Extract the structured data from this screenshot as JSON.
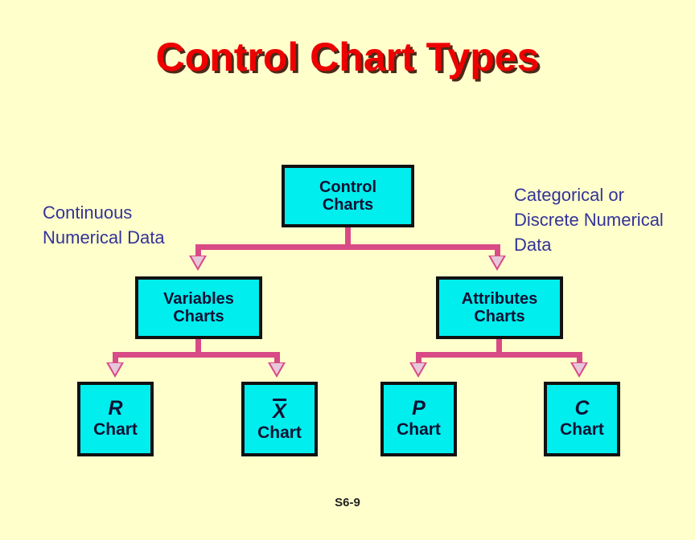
{
  "slide": {
    "title": "Control Chart Types",
    "footer": "S6-9",
    "background_color": "#ffffcc",
    "title_color": "#ee0000",
    "node_fill_color": "#00eeee",
    "node_border_color": "#111111",
    "connector_color": "#d94b86",
    "label_color": "#333399"
  },
  "diagram": {
    "root": {
      "line1": "Control",
      "line2": "Charts"
    },
    "branches": [
      {
        "line1": "Variables",
        "line2": "Charts",
        "annotation_line1": "Continuous",
        "annotation_line2": "Numerical Data",
        "annotation_line3": ""
      },
      {
        "line1": "Attributes",
        "line2": "Charts",
        "annotation_line1": "Categorical or",
        "annotation_line2": "Discrete Numerical",
        "annotation_line3": "Data"
      }
    ],
    "leaves": [
      {
        "symbol": "R",
        "word": "Chart",
        "barred": false,
        "parent": "Variables Charts"
      },
      {
        "symbol": "X",
        "word": "Chart",
        "barred": true,
        "parent": "Variables Charts"
      },
      {
        "symbol": "P",
        "word": "Chart",
        "barred": false,
        "parent": "Attributes Charts"
      },
      {
        "symbol": "C",
        "word": "Chart",
        "barred": false,
        "parent": "Attributes Charts"
      }
    ]
  }
}
